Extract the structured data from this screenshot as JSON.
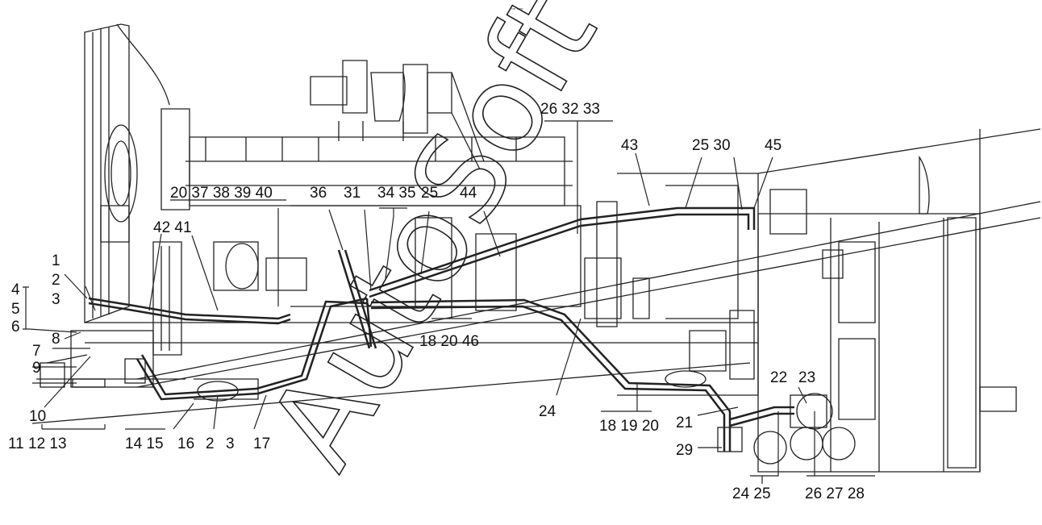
{
  "header": {
    "mark": "▫▫ ▫▫▫"
  },
  "watermark": "AutoSoft",
  "callouts": {
    "c1": "1",
    "c2": "2",
    "c3": "3",
    "c4": "4",
    "c5": "5",
    "c6": "6",
    "c7": "7",
    "c8": "8",
    "c9": "9",
    "c10": "10",
    "c11_13": "11 12 13",
    "c14_15": "14 15",
    "c16": "16",
    "c2b": "2",
    "c3b": "3",
    "c17": "17",
    "c20_40": "20 37 38 39 40",
    "c42_41": "42 41",
    "c36": "36",
    "c31": "31",
    "c34_35": "34 35",
    "c25a": "25",
    "c44": "44",
    "c26_33": "26 32 33",
    "c43": "43",
    "c25_30": "25 30",
    "c45": "45",
    "c18_46": "18 20 46",
    "c24a": "24",
    "c18_20": "18 19 20",
    "c21": "21",
    "c22": "22",
    "c23": "23",
    "c29": "29",
    "c24_25": "24 25",
    "c26_28": "26 27 28"
  }
}
